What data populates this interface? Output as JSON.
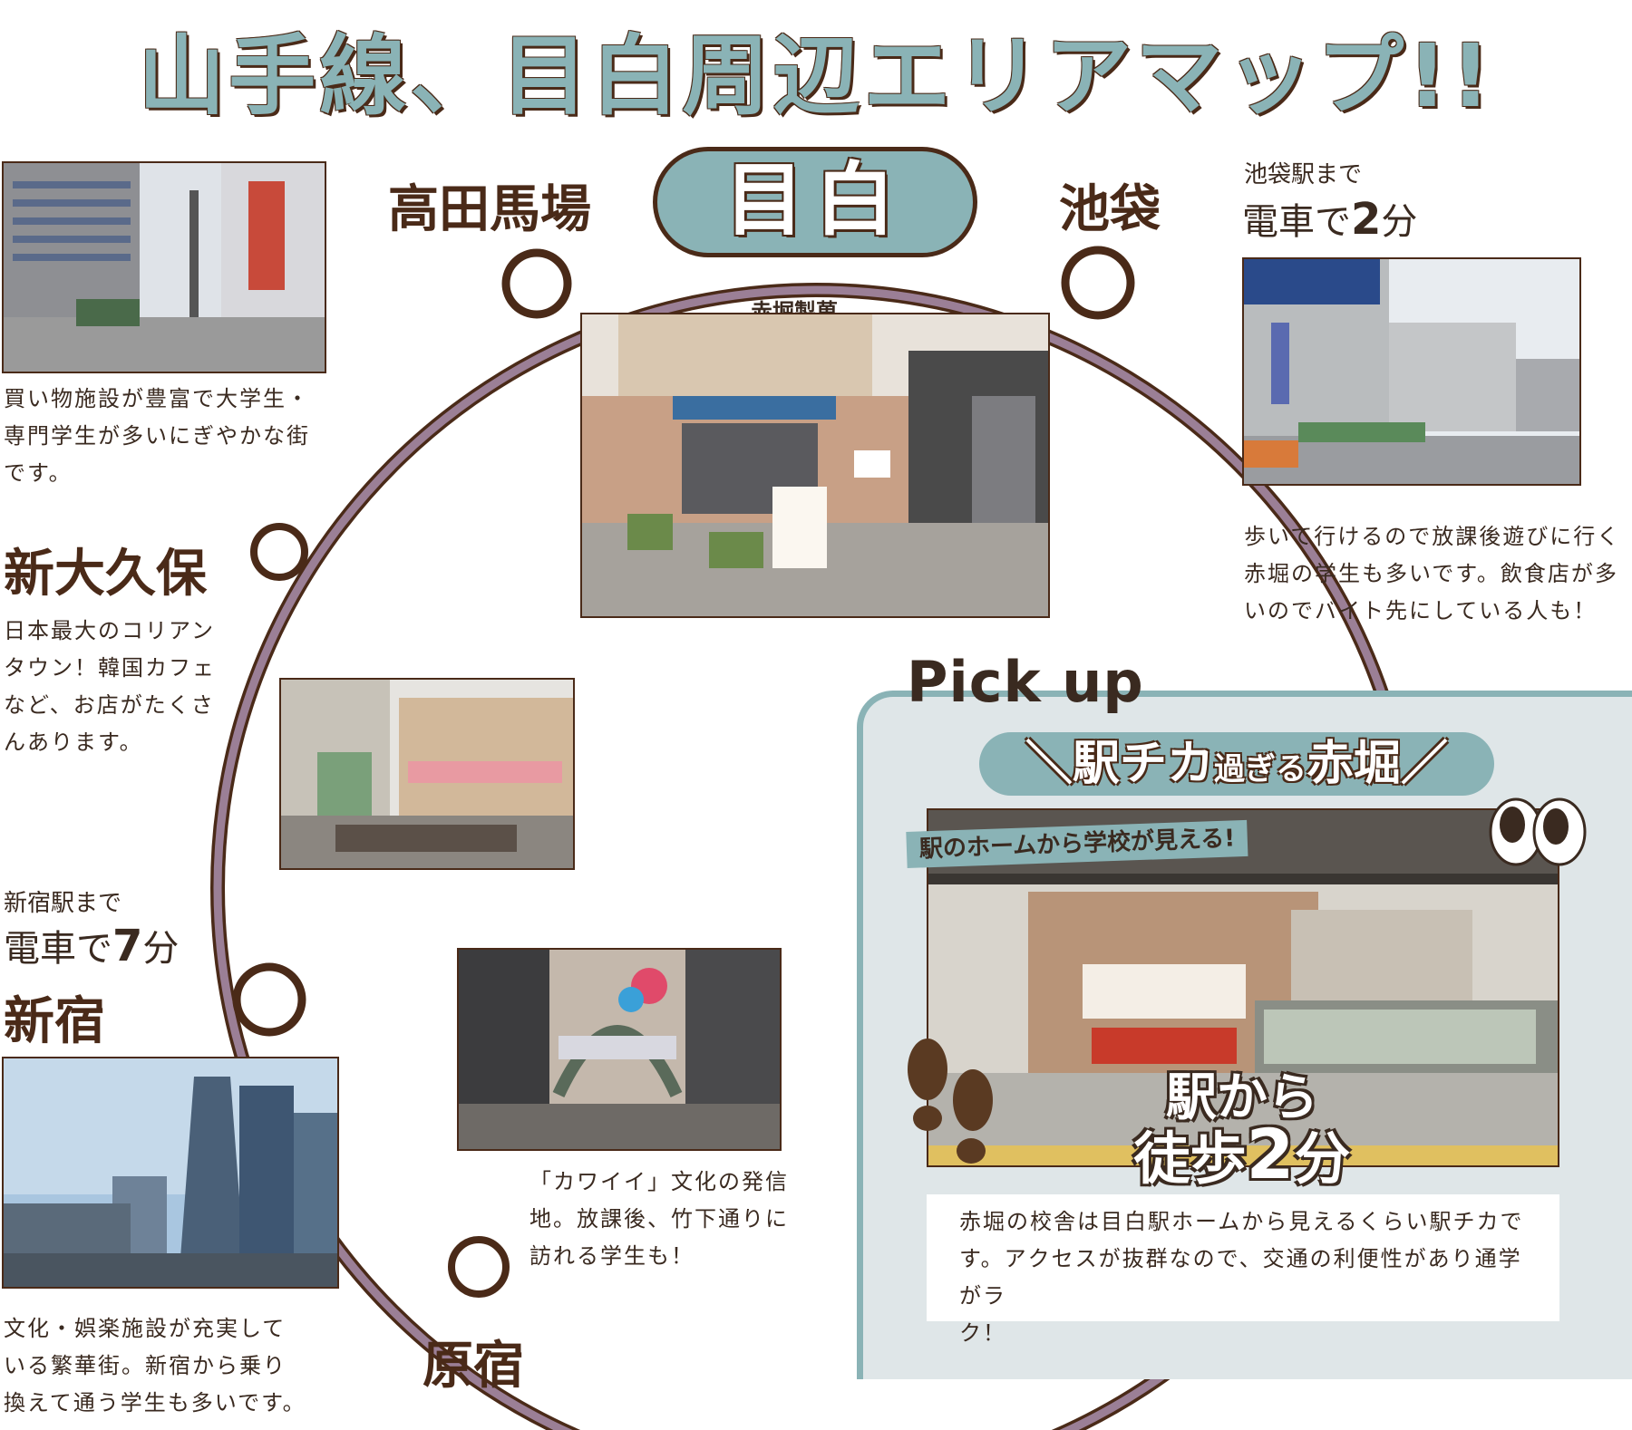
{
  "title": "山手線、目白周辺エリアマップ!!",
  "stations": {
    "mejiro": "目白",
    "takadanobaba": "高田馬場",
    "ikebukuro": "池袋",
    "shinokubo": "新大久保",
    "shinjuku": "新宿",
    "harajuku": "原宿"
  },
  "akabori_caption": "赤堀製菓",
  "descriptions": {
    "takadanobaba": [
      "買い物施設が豊富で大学生・",
      "専門学生が多いにぎやかな街",
      "です。"
    ],
    "shinokubo": [
      "日本最大のコリアン",
      "タウン！韓国カフェ",
      "など、お店がたくさ",
      "んあります。"
    ],
    "shinjuku": [
      "文化・娯楽施設が充実して",
      "いる繁華街。新宿から乗り",
      "換えて通う学生も多いです。"
    ],
    "harajuku": [
      "「カワイイ」文化の発信",
      "地。放課後、竹下通りに",
      "訪れる学生も！"
    ],
    "ikebukuro": [
      "歩いて行けるので放課後遊びに行く",
      "赤堀の学生も多いです。飲食店が多",
      "いのでバイト先にしている人も！"
    ]
  },
  "ikebukuro_access": {
    "to": "池袋駅まで",
    "prefix": "電車で",
    "minutes": "2",
    "unit": "分"
  },
  "shinjuku_access": {
    "to": "新宿駅まで",
    "prefix": "電車で",
    "minutes": "7",
    "unit": "分"
  },
  "pickup": {
    "label": "Pick up",
    "tagline_open": "＼",
    "tagline_main": "駅チカ",
    "tagline_sub": "過ぎる",
    "tagline_name": "赤堀",
    "tagline_close": "／",
    "banner": "駅のホームから学校が見える!",
    "walk_line1": "駅から",
    "walk_line2a": "徒歩",
    "walk_num": "2",
    "walk_line2b": "分",
    "info": [
      "赤堀の校舎は目白駅ホームから見えるくらい駅チカで",
      "す。アクセスが抜群なので、交通の利便性があり通学がラ",
      "ク！"
    ]
  },
  "colors": {
    "ring": "#9b7f96",
    "ring_outline": "#4a2a18",
    "accent": "#8ab3b6",
    "text": "#3a2a20"
  }
}
